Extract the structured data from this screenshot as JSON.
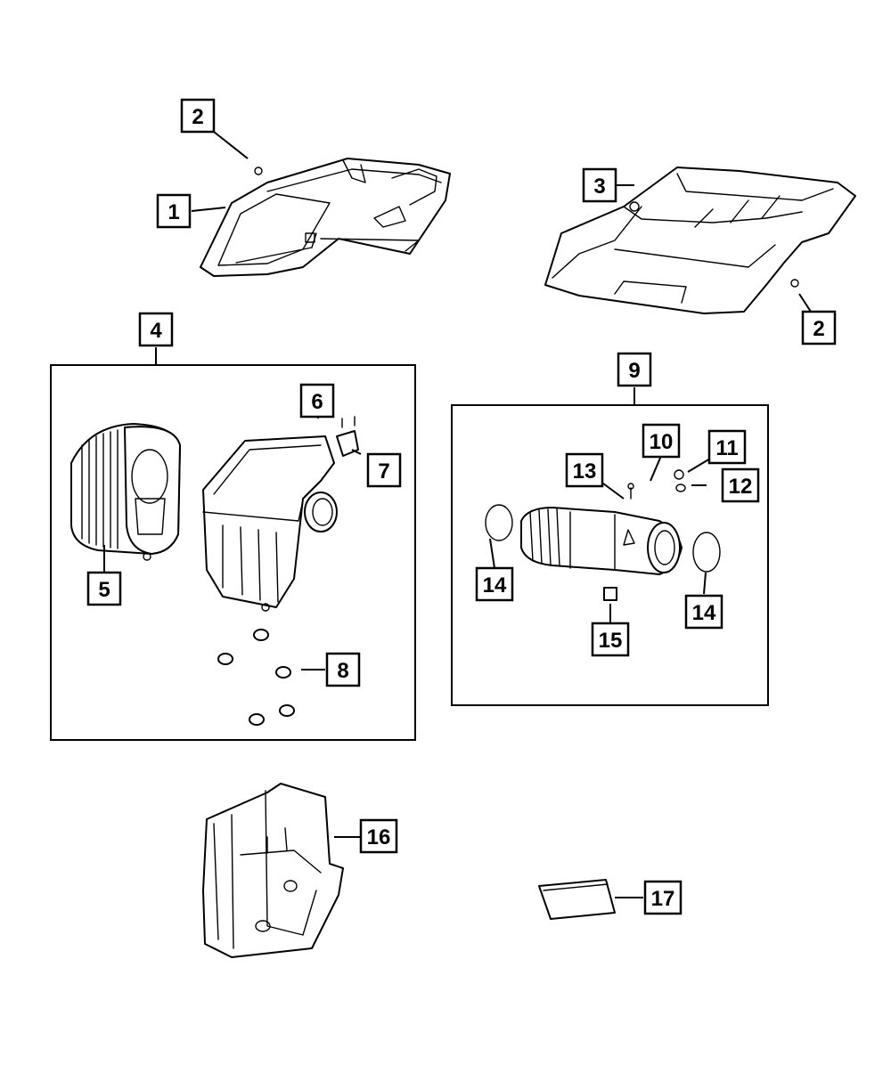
{
  "callouts": [
    {
      "id": "c1",
      "label": "1"
    },
    {
      "id": "c2a",
      "label": "2"
    },
    {
      "id": "c2b",
      "label": "2"
    },
    {
      "id": "c3",
      "label": "3"
    },
    {
      "id": "c4",
      "label": "4"
    },
    {
      "id": "c5",
      "label": "5"
    },
    {
      "id": "c6",
      "label": "6"
    },
    {
      "id": "c7",
      "label": "7"
    },
    {
      "id": "c8",
      "label": "8"
    },
    {
      "id": "c9",
      "label": "9"
    },
    {
      "id": "c10",
      "label": "10"
    },
    {
      "id": "c11",
      "label": "11"
    },
    {
      "id": "c12",
      "label": "12"
    },
    {
      "id": "c13",
      "label": "13"
    },
    {
      "id": "c14a",
      "label": "14"
    },
    {
      "id": "c14b",
      "label": "14"
    },
    {
      "id": "c15",
      "label": "15"
    },
    {
      "id": "c16",
      "label": "16"
    },
    {
      "id": "c17",
      "label": "17"
    }
  ],
  "colors": {
    "line": "#000000",
    "background": "#ffffff"
  }
}
